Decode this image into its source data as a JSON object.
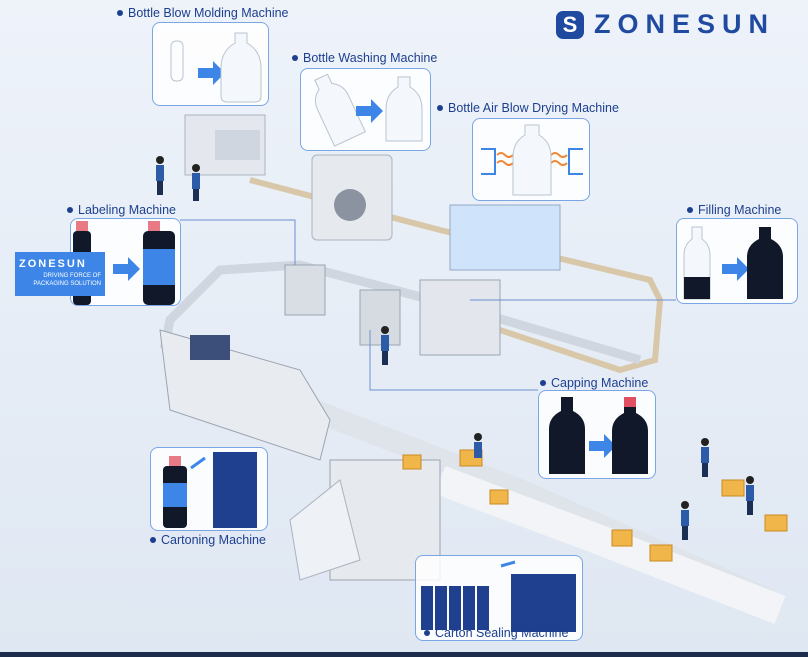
{
  "brand": {
    "logo_text": "ZONESUN",
    "logo_mark": "S",
    "color": "#1f4aa0"
  },
  "machines": [
    {
      "label": "Bottle Blow Molding Machine"
    },
    {
      "label": "Bottle Washing Machine"
    },
    {
      "label": "Bottle Air Blow Drying Machine"
    },
    {
      "label": "Labeling Machine"
    },
    {
      "label": "Filling Machine"
    },
    {
      "label": "Capping Machine"
    },
    {
      "label": "Cartoning Machine"
    },
    {
      "label": "Carton Sealing Machine"
    }
  ],
  "label_panel": {
    "brand": "ZONESUN",
    "slogan_line1": "DRIVING FORCE OF",
    "slogan_line2": "PACKAGING SOLUTION"
  },
  "colors": {
    "accent": "#3d86e8",
    "label_text": "#1d3f8f",
    "background": "#e9eff7"
  }
}
